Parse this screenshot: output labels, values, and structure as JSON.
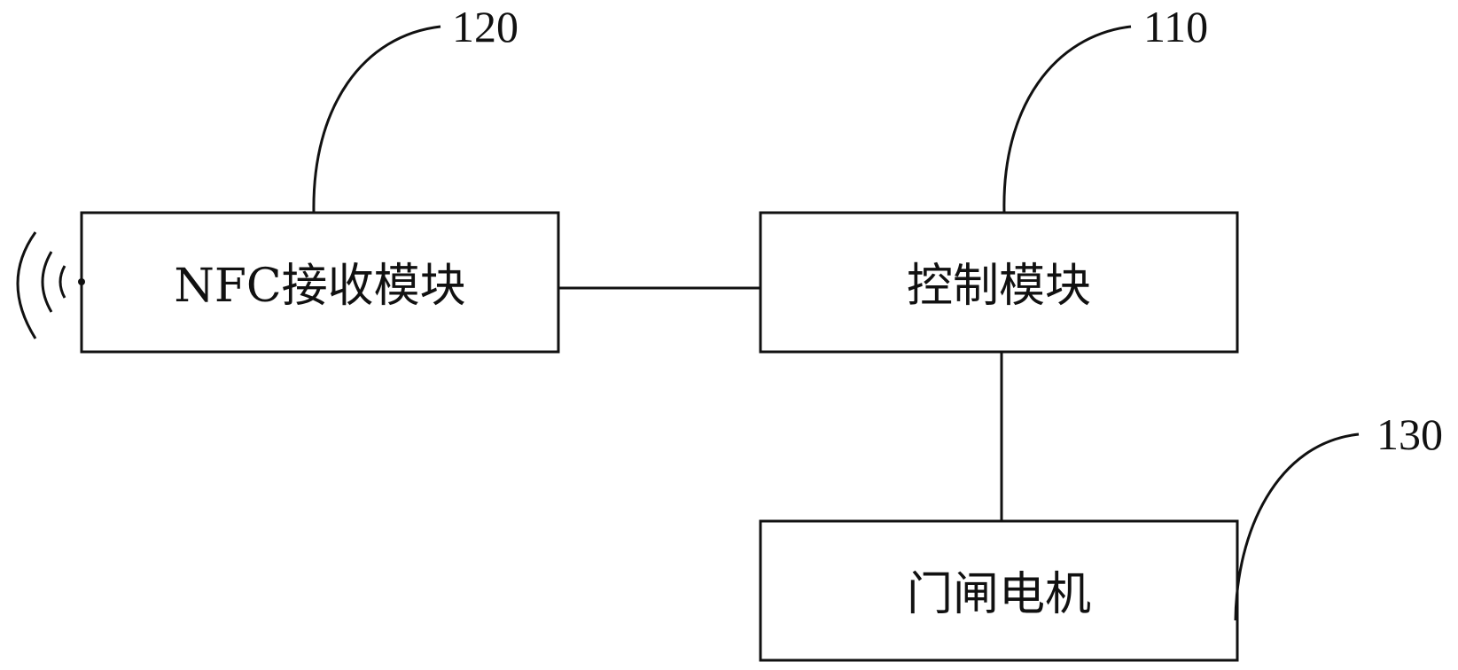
{
  "diagram": {
    "type": "block-diagram",
    "blocks": [
      {
        "id": "nfc",
        "label": "NFC接收模块",
        "ref": "120"
      },
      {
        "id": "control",
        "label": "控制模块",
        "ref": "110"
      },
      {
        "id": "motor",
        "label": "门闸电机",
        "ref": "130"
      }
    ],
    "connections": [
      {
        "from": "nfc",
        "to": "control"
      },
      {
        "from": "control",
        "to": "motor"
      }
    ],
    "antenna_icon": "wireless-signal-icon"
  }
}
